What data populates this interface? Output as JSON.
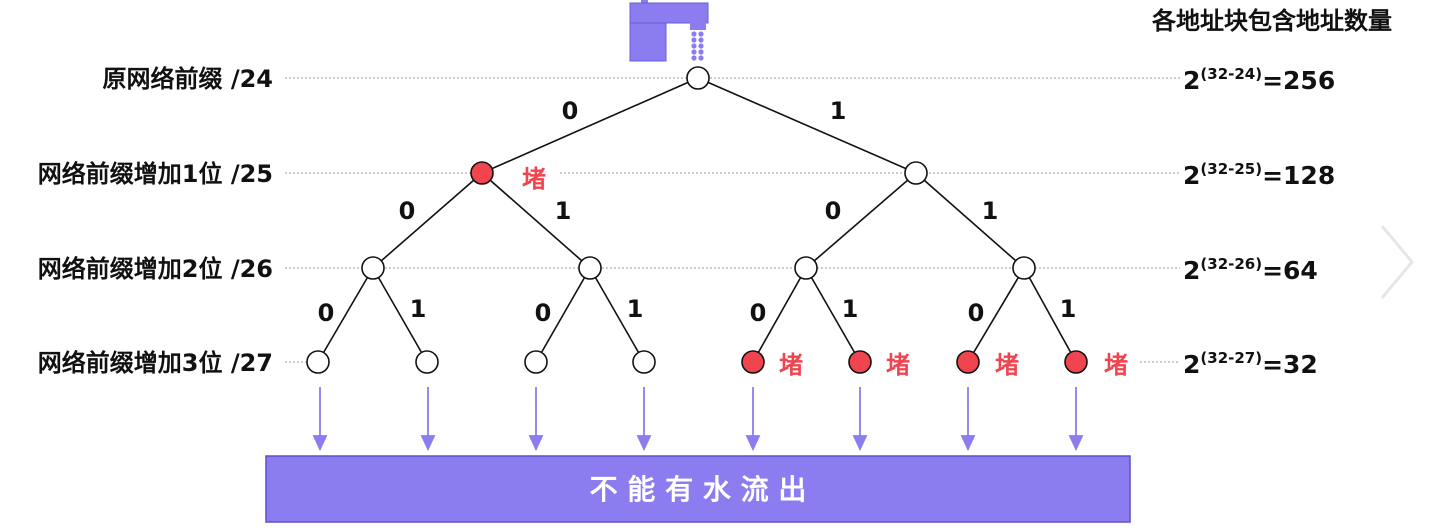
{
  "header": {
    "right_title": "各地址块包含地址数量"
  },
  "levels": [
    {
      "label": "原网络前缀 /24",
      "count_base": "2",
      "count_exp": "(32-24)",
      "count_value": "=256"
    },
    {
      "label": "网络前缀增加1位 /25",
      "count_base": "2",
      "count_exp": "(32-25)",
      "count_value": "=128"
    },
    {
      "label": "网络前缀增加2位 /26",
      "count_base": "2",
      "count_exp": "(32-26)",
      "count_value": "=64"
    },
    {
      "label": "网络前缀增加3位 /27",
      "count_base": "2",
      "count_exp": "(32-27)",
      "count_value": "=32"
    }
  ],
  "edge_labels": {
    "zero": "0",
    "one": "1"
  },
  "blocked_label": "堵",
  "outlet": {
    "label": "不 能 有 水 流 出"
  },
  "colors": {
    "blocked": "#f0444f",
    "purple": "#8b7cf0",
    "text": "#111111",
    "block_text": "#f0444f",
    "dotted": "#999999"
  },
  "icons": {
    "faucet": "faucet-icon",
    "next": "chevron-right-icon"
  }
}
